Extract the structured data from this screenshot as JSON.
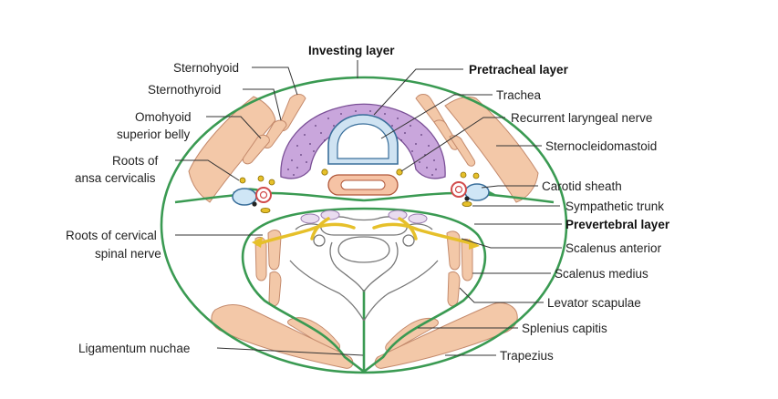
{
  "figure": {
    "colors": {
      "fascia": "#3a9a52",
      "muscle_fill": "#f3c8a8",
      "muscle_stroke": "#c48a6c",
      "pretracheal_fill": "#c9a6dc",
      "pretracheal_stroke": "#7a4f96",
      "trachea_fill": "#cfe3f2",
      "trachea_stroke": "#3a6f9b",
      "esophagus_fill": "#f6c3a5",
      "esophagus_stroke": "#b0573a",
      "nerve": "#e6c02a",
      "vein_fill": "#cfe6f6",
      "artery_stroke": "#d14b4b",
      "vertebra_stroke": "#777777",
      "leader": "#333333"
    },
    "labels": {
      "investing_layer": "Investing layer",
      "pretracheal_layer": "Pretracheal layer",
      "trachea": "Trachea",
      "recurrent_laryngeal_nerve": "Recurrent laryngeal nerve",
      "sternocleidomastoid": "Sternocleidomastoid",
      "carotid_sheath": "Carotid sheath",
      "sympathetic_trunk": "Sympathetic trunk",
      "prevertebral_layer": "Prevertebral layer",
      "scalenus_anterior": "Scalenus anterior",
      "scalenus_medius": "Scalenus medius",
      "levator_scapulae": "Levator scapulae",
      "splenius_capitis": "Splenius capitis",
      "trapezius": "Trapezius",
      "sternohyoid": "Sternohyoid",
      "sternothyroid": "Sternothyroid",
      "omohyoid_line1": "Omohyoid",
      "omohyoid_line2": "superior belly",
      "ansa_line1": "Roots of",
      "ansa_line2": "ansa cervicalis",
      "cervical_line1": "Roots of cervical",
      "cervical_line2": "spinal nerve",
      "ligamentum_nuchae": "Ligamentum nuchae"
    }
  }
}
